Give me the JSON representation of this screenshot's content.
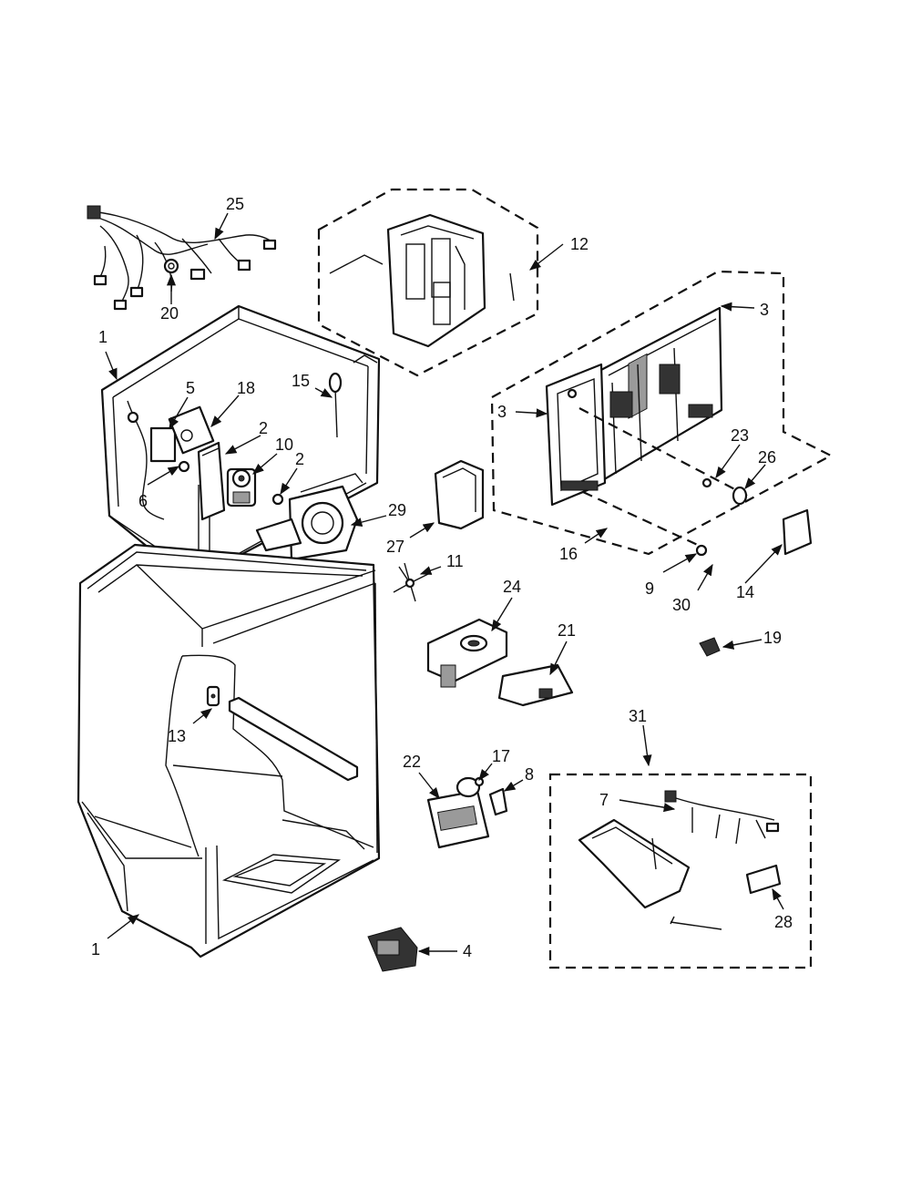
{
  "labels": {
    "p1_top": "1",
    "p1_bottom": "1",
    "p2_a": "2",
    "p2_b": "2",
    "p3_a": "3",
    "p3_b": "3",
    "p4": "4",
    "p5": "5",
    "p6": "6",
    "p7": "7",
    "p8": "8",
    "p9": "9",
    "p10": "10",
    "p11": "11",
    "p12": "12",
    "p13": "13",
    "p14": "14",
    "p15": "15",
    "p16": "16",
    "p17": "17",
    "p18": "18",
    "p19": "19",
    "p20": "20",
    "p21": "21",
    "p22": "22",
    "p23": "23",
    "p24": "24",
    "p25": "25",
    "p26": "26",
    "p27": "27",
    "p28": "28",
    "p29": "29",
    "p30": "30",
    "p31": "31"
  },
  "icons": {
    "arrowhead": "arrowhead-icon"
  }
}
